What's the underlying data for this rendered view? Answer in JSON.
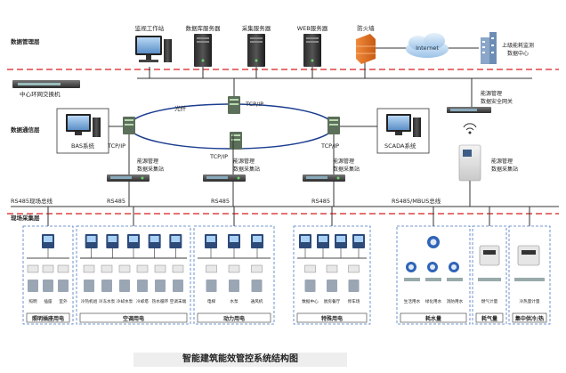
{
  "layers": {
    "management": "数据管理层",
    "communication": "数据通信层",
    "field": "现场采集层"
  },
  "servers": {
    "monitor": "监视工作站",
    "database": "数据库服务器",
    "collect": "采集服务器",
    "web": "WEB服务器",
    "firewall": "防火墙"
  },
  "internet": "Internet",
  "upper_center": [
    "上级能耗监测",
    "数据中心"
  ],
  "core_switch": "中心环网交换机",
  "fiber": "光纤",
  "tcpip": "TCP/IP",
  "bas": "BAS系统",
  "scada": "SCADA系统",
  "gateway": [
    "能源管理",
    "数据安全网关"
  ],
  "stations": {
    "station_label": [
      "能源管理",
      "数据采集站"
    ]
  },
  "buses": {
    "rs485": "RS485",
    "rs485_field": "RS485现场总线",
    "rs485_mbus": "RS485/MBUS总线"
  },
  "group_titles": [
    "照明插座用电",
    "空调用电",
    "动力用电",
    "特殊用电",
    "耗水量",
    "耗气量",
    "集中供冷/热"
  ],
  "device_labels": {
    "lighting": [
      "照明",
      "插座",
      "室外"
    ],
    "hvac": [
      "冷热机组",
      "冷冻水泵",
      "冷却水泵",
      "冷却塔",
      "热水循环",
      "空调末端"
    ],
    "power": [
      "电梯",
      "水泵",
      "通风机"
    ],
    "special": [
      "数据中心",
      "厨房餐厅",
      "停车场"
    ],
    "water": [
      "生活用水",
      "绿化用水",
      "消防用水"
    ],
    "gas": [
      "燃气计量"
    ],
    "heat": [
      "冷热量计量"
    ]
  },
  "caption": "智能建筑能效管控系统结构图",
  "colors": {
    "dashed_line": "#d81e1e",
    "ring": "#1c3d8f",
    "group_border": "#4a78c2"
  }
}
